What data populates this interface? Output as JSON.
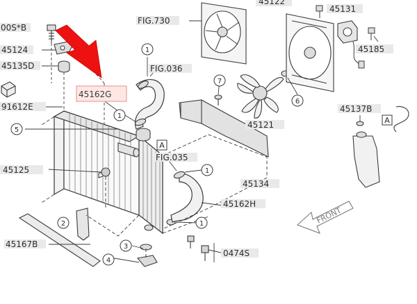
{
  "labels": {
    "l_0100s": "00S*B",
    "l_45124": "45124",
    "l_45135d": "45135D",
    "l_91612e": "91612E",
    "l_45125": "45125",
    "l_45167b": "45167B",
    "l_fig730": "FIG.730",
    "l_45122": "45122",
    "l_45131": "45131",
    "l_45185": "45185",
    "l_fig036": "FIG.036",
    "l_45162g": "45162G",
    "l_45121": "45121",
    "l_45137b": "45137B",
    "l_fig035": "FIG.035",
    "l_45134": "45134",
    "l_45162h": "45162H",
    "l_0474s": "0474S",
    "l_front": "FRONT"
  },
  "callouts": {
    "c1a": "1",
    "c1b": "1",
    "c1c": "1",
    "c1d": "1",
    "c2": "2",
    "c3": "3",
    "c4": "4",
    "c5": "5",
    "c6": "6",
    "c7": "7"
  },
  "refs": {
    "a1": "A",
    "a2": "A"
  },
  "colors": {
    "line": "#3a3a3a",
    "label_bg": "#e9e9e9",
    "highlight_box": "#f3a9a4",
    "arrow": "#ee1111"
  }
}
